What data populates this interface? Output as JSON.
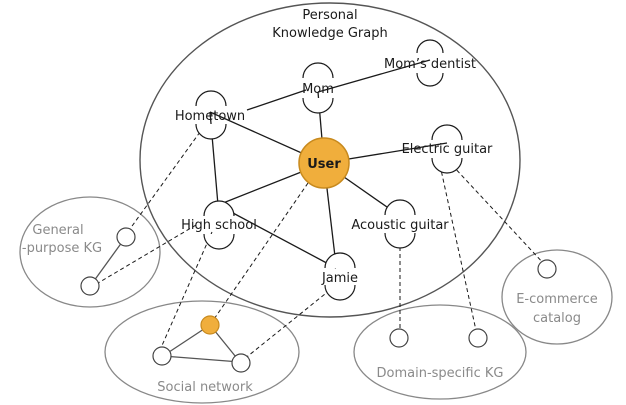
{
  "title": {
    "line1": "Personal",
    "line2": "Knowledge Graph"
  },
  "personal_nodes": {
    "user": "User",
    "mom": "Mom",
    "moms_dentist": "Mom’s dentist",
    "hometown": "Hometown",
    "electric_guitar": "Electric guitar",
    "high_school": "High school",
    "acoustic_guitar": "Acoustic guitar",
    "jamie": "Jamie"
  },
  "external_graphs": {
    "general_kg_line1": "General",
    "general_kg_line2": "-purpose KG",
    "social_network": "Social network",
    "domain_kg": "Domain-specific KG",
    "ecommerce_line1": "E-commerce",
    "ecommerce_line2": "catalog"
  },
  "colors": {
    "user_fill": "#F0AE3C",
    "user_stroke": "#C88A1E",
    "social_user_fill": "#F0AE3C",
    "ellipse_stroke": "#888888",
    "label_gray": "#8A8A8A"
  }
}
